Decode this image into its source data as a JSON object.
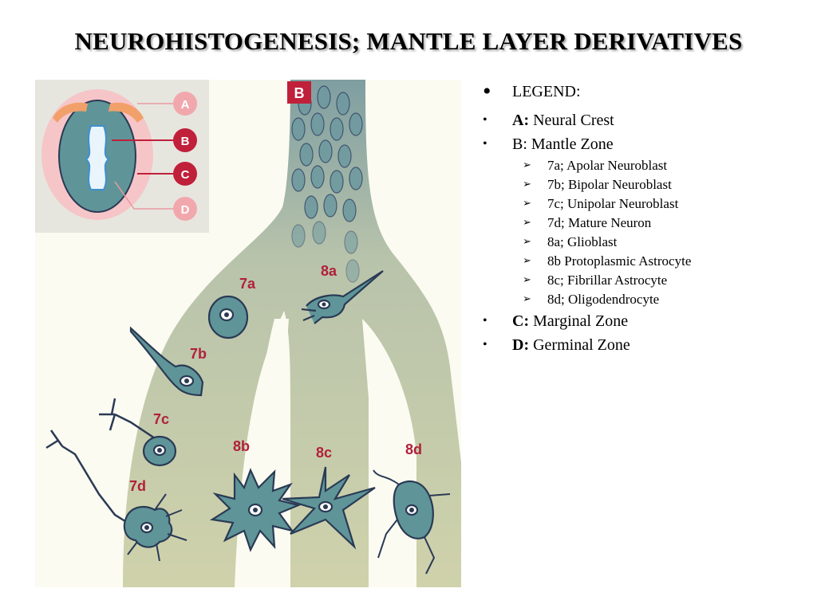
{
  "title": "NEUROHISTOGENESIS; MANTLE LAYER DERIVATIVES",
  "colors": {
    "background": "#ffffff",
    "trunk": "#c9cfa8",
    "trunk_top": "#8fa7a3",
    "cell": "#5f9598",
    "cell_outline": "#2a3a55",
    "label": "#b0203a",
    "inset_bg": "#e6e6df",
    "inset_ring": "#f6c5c8"
  },
  "figure": {
    "labels": {
      "b": "B",
      "l7a": "7a",
      "l7b": "7b",
      "l7c": "7c",
      "l7d": "7d",
      "l8a": "8a",
      "l8b": "8b",
      "l8c": "8c",
      "l8d": "8d"
    },
    "inset_labels": {
      "a": "A",
      "b": "B",
      "c": "C",
      "d": "D"
    }
  },
  "legend": {
    "heading": "LEGEND",
    "heading_colon": ":",
    "bullet": "•",
    "arrow": "➢",
    "a_key": "A:",
    "a_text": " Neural Crest",
    "b_text": "B: Mantle Zone",
    "sub": [
      "7a; Apolar Neuroblast",
      "7b; Bipolar Neuroblast",
      "7c; Unipolar Neuroblast",
      "7d; Mature Neuron",
      "8a; Glioblast",
      "8b Protoplasmic Astrocyte",
      "8c; Fibrillar Astrocyte",
      "8d; Oligodendrocyte"
    ],
    "c_key": "C:",
    "c_text": " Marginal Zone",
    "d_key": "D:",
    "d_text": " Germinal Zone"
  }
}
